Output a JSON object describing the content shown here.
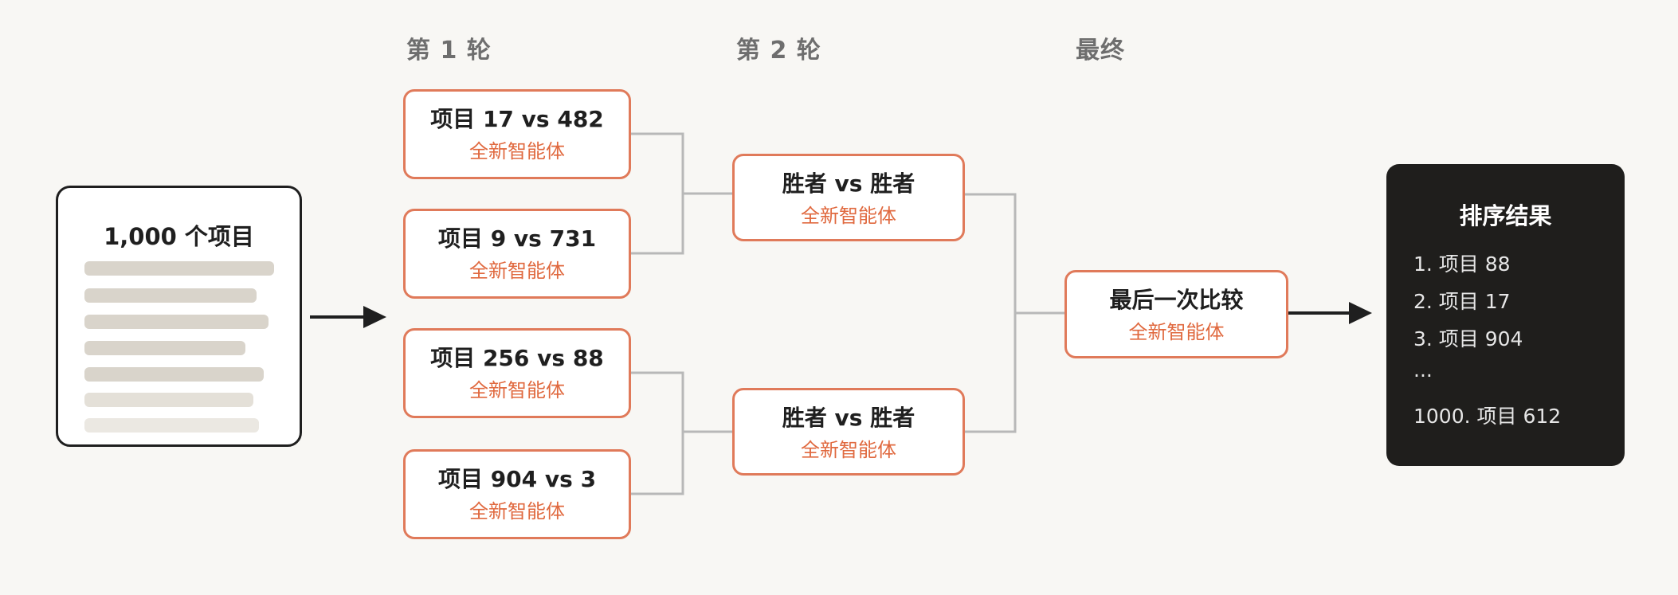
{
  "rounds": {
    "round1": "第 1 轮",
    "round2": "第 2 轮",
    "final": "最终"
  },
  "input": {
    "title": "1,000 个项目"
  },
  "matches": {
    "round1": [
      {
        "title": "项目 17 vs 482",
        "sub": "全新智能体"
      },
      {
        "title": "项目 9 vs 731",
        "sub": "全新智能体"
      },
      {
        "title": "项目 256 vs 88",
        "sub": "全新智能体"
      },
      {
        "title": "项目 904 vs 3",
        "sub": "全新智能体"
      }
    ],
    "round2": [
      {
        "title": "胜者 vs 胜者",
        "sub": "全新智能体"
      },
      {
        "title": "胜者 vs 胜者",
        "sub": "全新智能体"
      }
    ],
    "final": {
      "title": "最后一次比较",
      "sub": "全新智能体"
    }
  },
  "result": {
    "title": "排序结果",
    "items": [
      "1. 项目 88",
      "2. 项目 17",
      "3. 项目 904",
      "...",
      "1000. 项目 612"
    ]
  },
  "colors": {
    "accent": "#e07a5a",
    "accent_text": "#e0693f",
    "connector": "#b8b8b8",
    "dark_panel": "#1f1e1c",
    "arrow": "#1f1f1f"
  }
}
